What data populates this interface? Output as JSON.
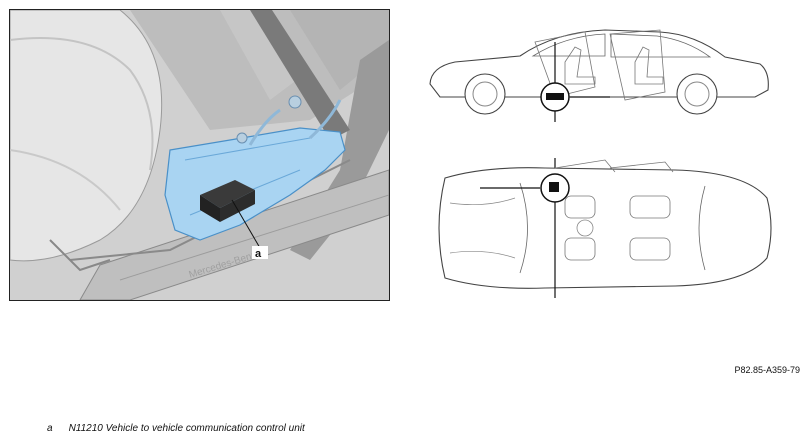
{
  "callout": {
    "label": "a"
  },
  "figure_id": "P82.85-A359-79",
  "legend": [
    {
      "key": "a",
      "text": "N11210 Vehicle to vehicle communication control unit"
    }
  ],
  "colors": {
    "highlight": "#a9d4f2",
    "highlight_stroke": "#4a90c8",
    "interior_gray": "#c8c8c8",
    "dark_gray": "#8c8c8c",
    "line": "#111111"
  }
}
